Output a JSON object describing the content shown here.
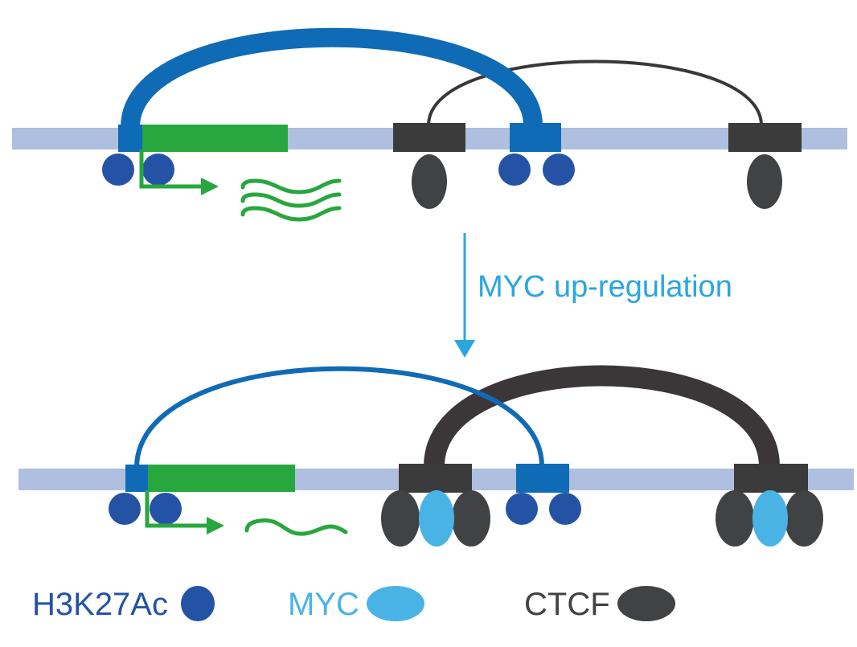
{
  "transition": {
    "label": "MYC up-regulation"
  },
  "legend": [
    {
      "label": "H3K27Ac",
      "symbol": "h3k27ac-marker",
      "color": "#2453a6"
    },
    {
      "label": "MYC",
      "symbol": "myc-marker",
      "color": "#4ab3e6"
    },
    {
      "label": "CTCF",
      "symbol": "ctcf-marker",
      "color": "#414243"
    }
  ],
  "colors": {
    "chromatin": "#aebfe0",
    "gene": "#27a73d",
    "enhancer_loop": "#0f6bb6",
    "ctcf_loop": "#3b3738",
    "h3k27ac": "#2453a6",
    "myc": "#4ab3e6",
    "ctcf": "#414243",
    "arrow": "#2aa6e0"
  }
}
